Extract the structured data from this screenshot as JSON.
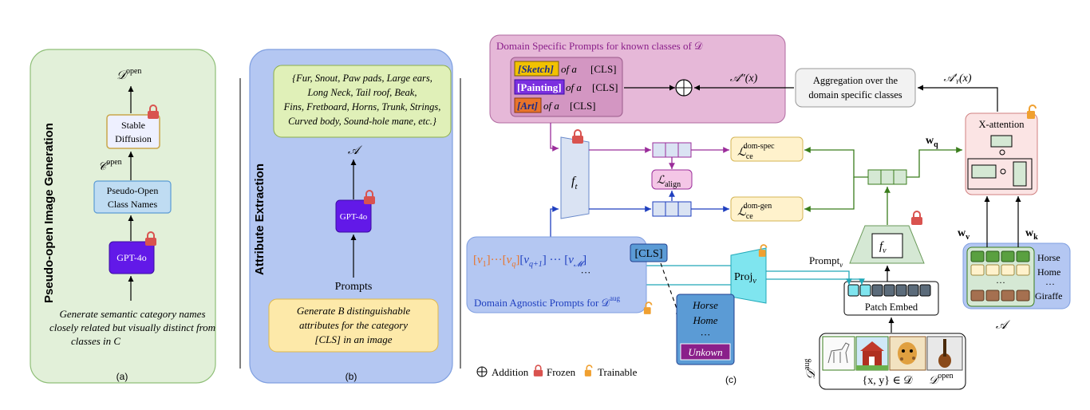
{
  "panel_a": {
    "title": "Pseudo-open Image Generation",
    "output_label": "𝒟",
    "output_sup": "open",
    "stable_diffusion": [
      "Stable",
      "Diffusion"
    ],
    "class_label": "𝒞",
    "class_sup": "open",
    "pseudo_open": [
      "Pseudo-Open",
      "Class Names"
    ],
    "gpt": "GPT-4o",
    "description": [
      "Generate semantic category names",
      "closely related but visually distinct from",
      "classes in C"
    ],
    "caption": "(a)"
  },
  "panel_b": {
    "title": "Attribute Extraction",
    "attributes": [
      "{Fur, Snout, Paw pads, Large ears,",
      "Long Neck, Tail roof, Beak,",
      "Fins,  Fretboard, Horns, Trunk, Strings,",
      "Curved body, Sound-hole mane, etc.}"
    ],
    "attr_label": "𝒜",
    "gpt": "GPT-4o",
    "prompts_label": "Prompts",
    "prompt_text": [
      "Generate B distinguishable",
      "attributes for the category",
      "[CLS] in an image"
    ],
    "caption": "(b)"
  },
  "panel_c": {
    "domain_specific_title": "Domain Specific Prompts for known classes of 𝒟",
    "prompt_rows": [
      {
        "tag": "[Sketch]",
        "rest": " of a ",
        "cls": "[CLS]",
        "color": "#f2c200"
      },
      {
        "tag": "[Painting]",
        "rest": " of a ",
        "cls": "[CLS]",
        "color": "#7b2fe0"
      },
      {
        "tag": "[Art]",
        "rest": " of a ",
        "cls": "[CLS]",
        "color": "#e8742a"
      }
    ],
    "a_double_prime": "𝒜″(x)",
    "aggregation": [
      "Aggregation over the",
      "domain specific classes"
    ],
    "a_y_prime": "𝒜′ᵧ(x)",
    "x_attention": "X-attention",
    "wq": "w",
    "wq_sub": "q",
    "wv": "w",
    "wv_sub": "v",
    "wk": "w",
    "wk_sub": "k",
    "ft": "f",
    "ft_sub": "t",
    "fv": "f",
    "fv_sub": "v",
    "l_align": "ℒ",
    "l_align_sub": "align",
    "l_spec": "ℒ",
    "l_spec_sup": "dom-spec",
    "l_spec_sub": "ce",
    "l_gen": "ℒ",
    "l_gen_sup": "dom-gen",
    "l_gen_sub": "ce",
    "agnostic_tokens": "[v₁]···[v_q][v_q+1] ··· [v_𝓜]",
    "cls_token": "[CLS]",
    "ellipsis": "···",
    "agnostic_title": "Domain Agnostic Prompts for 𝒟",
    "agnostic_sup": "aug",
    "proj": "Proj",
    "proj_sub": "v",
    "prompt_v": "Prompt",
    "prompt_v_sub": "v",
    "patch_embed": "Patch Embed",
    "class_list": [
      "Horse",
      "Home",
      "···",
      "Unkown"
    ],
    "attr_classes": [
      "Horse",
      "Home",
      "···",
      "Giraffe"
    ],
    "attr_bottom_label": "𝒜",
    "d_aug": "𝒟",
    "d_aug_sup": "aug",
    "set_label": "{x, y} ∈ 𝒟",
    "d_open": "𝒟",
    "d_open_sup": "open",
    "caption": "(c)"
  },
  "legend": {
    "addition": "Addition",
    "frozen": "Frozen",
    "trainable": "Trainable"
  },
  "colors": {
    "green_panel": "#e2f0d9",
    "blue_panel": "#b4c7f2",
    "pink_panel": "#e6b8d8",
    "ft_fill": "#dae3f3",
    "fv_fill": "#d5e8d4",
    "proj_fill": "#7fe5ef",
    "loss_fill": "#fff2cc",
    "align_fill": "#f4c6e6",
    "lock_frozen": "#d9534f",
    "lock_trainable": "#f0a030",
    "purple_arrow": "#9b2d9b",
    "blue_arrow": "#1f3fbf",
    "green_arrow": "#3a7d1c"
  }
}
